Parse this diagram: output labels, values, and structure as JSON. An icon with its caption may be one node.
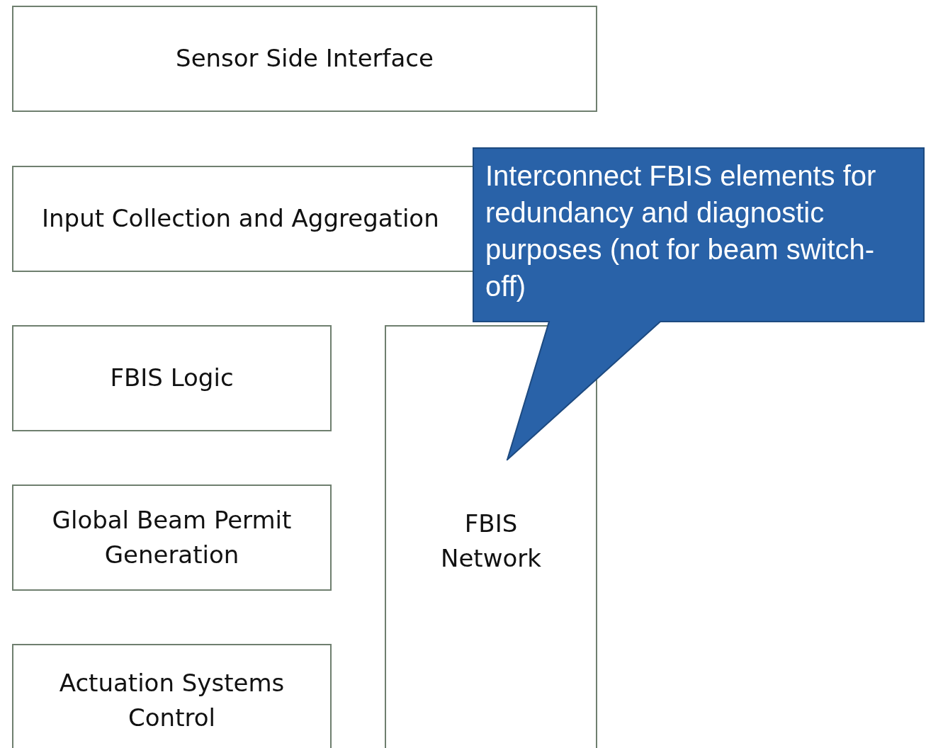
{
  "diagram": {
    "nodes": [
      {
        "text": [
          "Sensor Side Interface"
        ]
      },
      {
        "text": [
          "Input Collection and Aggregation"
        ]
      },
      {
        "text": [
          "FBIS Logic"
        ]
      },
      {
        "text": [
          "Global Beam Permit Generation"
        ]
      },
      {
        "text": [
          "Actuation Systems Control"
        ]
      },
      {
        "text": [
          "FBIS Network"
        ]
      },
      {
        "text": [
          "Interconnect FBIS elements for redundancy and diagnostic purposes (not for beam switch-off)"
        ]
      }
    ]
  }
}
